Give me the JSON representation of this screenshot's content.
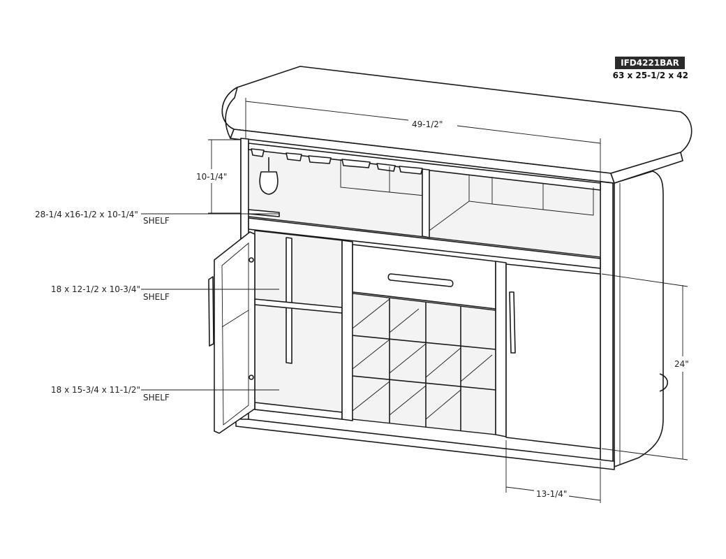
{
  "product": {
    "model": "IFD4221BAR",
    "overall_size": "63 x 25-1/2 x 42"
  },
  "dimensions": {
    "top_width": "49-1/2\"",
    "upper_height": "10-1/4\"",
    "cabinet_height": "24\"",
    "door_width": "13-1/4\""
  },
  "shelves": [
    {
      "size": "28-1/4 x16-1/2 x 10-1/4\"",
      "label": "SHELF"
    },
    {
      "size": "18 x 12-1/2 x 10-3/4\"",
      "label": "SHELF"
    },
    {
      "size": "18 x 15-3/4 x 11-1/2\"",
      "label": "SHELF"
    }
  ]
}
